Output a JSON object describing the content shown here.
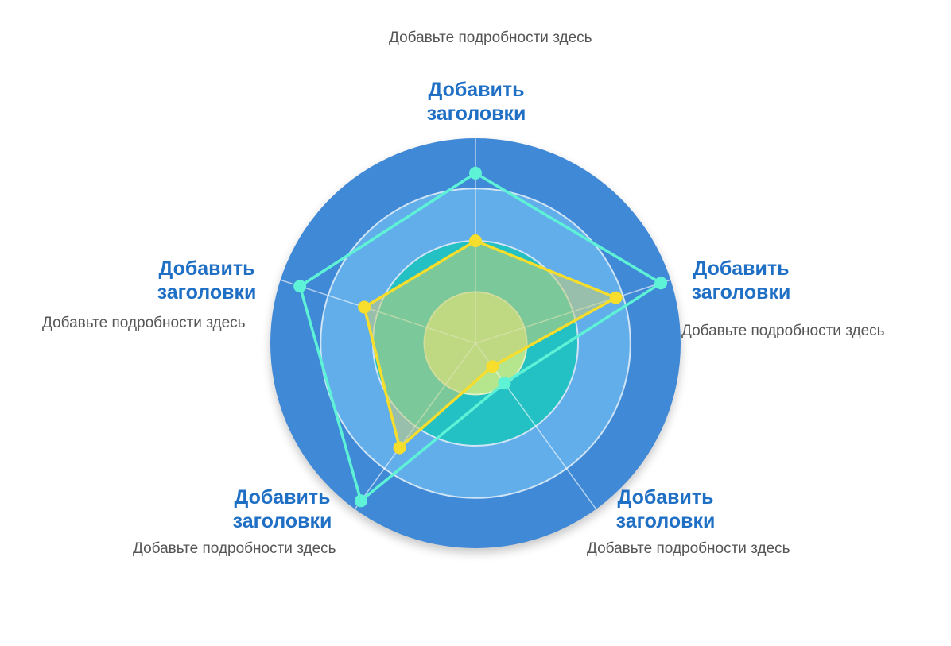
{
  "chart_data": {
    "type": "radar",
    "axes": [
      {
        "title": "Добавить заголовки",
        "detail": "Добавьте подробности здесь"
      },
      {
        "title": "Добавить заголовки",
        "detail": "Добавьте подробности здесь"
      },
      {
        "title": "Добавить заголовки",
        "detail": "Добавьте подробности здесь"
      },
      {
        "title": "Добавить заголовки",
        "detail": "Добавьте подробности здесь"
      },
      {
        "title": "Добавить заголовки",
        "detail": "Добавьте подробности здесь"
      }
    ],
    "range": [
      0,
      100
    ],
    "series": [
      {
        "values": [
          83,
          95,
          24,
          95,
          90
        ],
        "color": "#5ef2d6",
        "fill": "none"
      },
      {
        "values": [
          50,
          72,
          14,
          63,
          57
        ],
        "color": "#f7dd2c",
        "fill": "rgba(196,205,120,0.55)"
      }
    ],
    "rings": {
      "outer": "#4089d6",
      "middle": "#62aeea",
      "inner": "#23c0c4",
      "core": "#7fcf7a",
      "center": "#b5e68e"
    }
  }
}
